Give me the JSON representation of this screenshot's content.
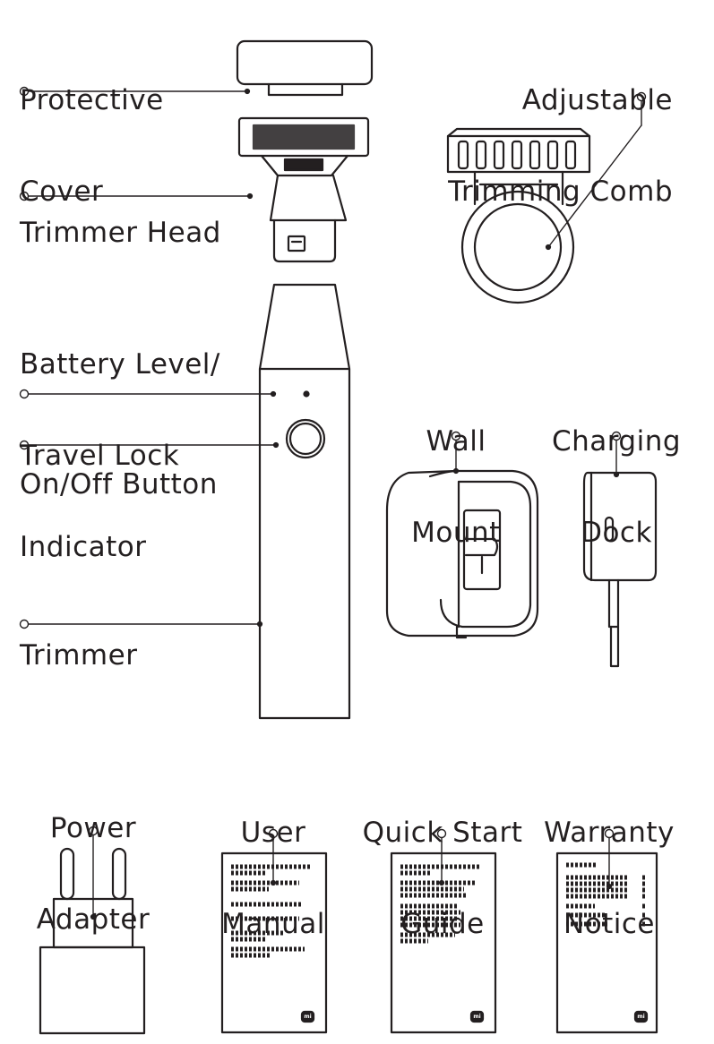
{
  "labels": {
    "protective_cover": [
      "Protective",
      "Cover"
    ],
    "adjustable_comb": [
      "Adjustable",
      "Trimming Comb"
    ],
    "trimmer_head": [
      "Trimmer Head"
    ],
    "battery_indicator": [
      "Battery Level/",
      "Travel Lock",
      "Indicator"
    ],
    "on_off_button": [
      "On/Off Button"
    ],
    "trimmer": [
      "Trimmer"
    ],
    "wall_mount": [
      "Wall",
      "Mount"
    ],
    "charging_dock": [
      "Charging",
      "Dock"
    ],
    "power_adapter": [
      "Power",
      "Adapter"
    ],
    "user_manual": [
      "User",
      "Manual"
    ],
    "quick_start_guide": [
      "Quick Start",
      "Guide"
    ],
    "warranty_notice": [
      "Warranty",
      "Notice"
    ]
  },
  "booklet_logo": "mi",
  "icons": {
    "callout": "callout-dot-icon",
    "logo": "mi-logo-icon"
  },
  "colors": {
    "ink": "#231f20",
    "paper": "#ffffff"
  }
}
